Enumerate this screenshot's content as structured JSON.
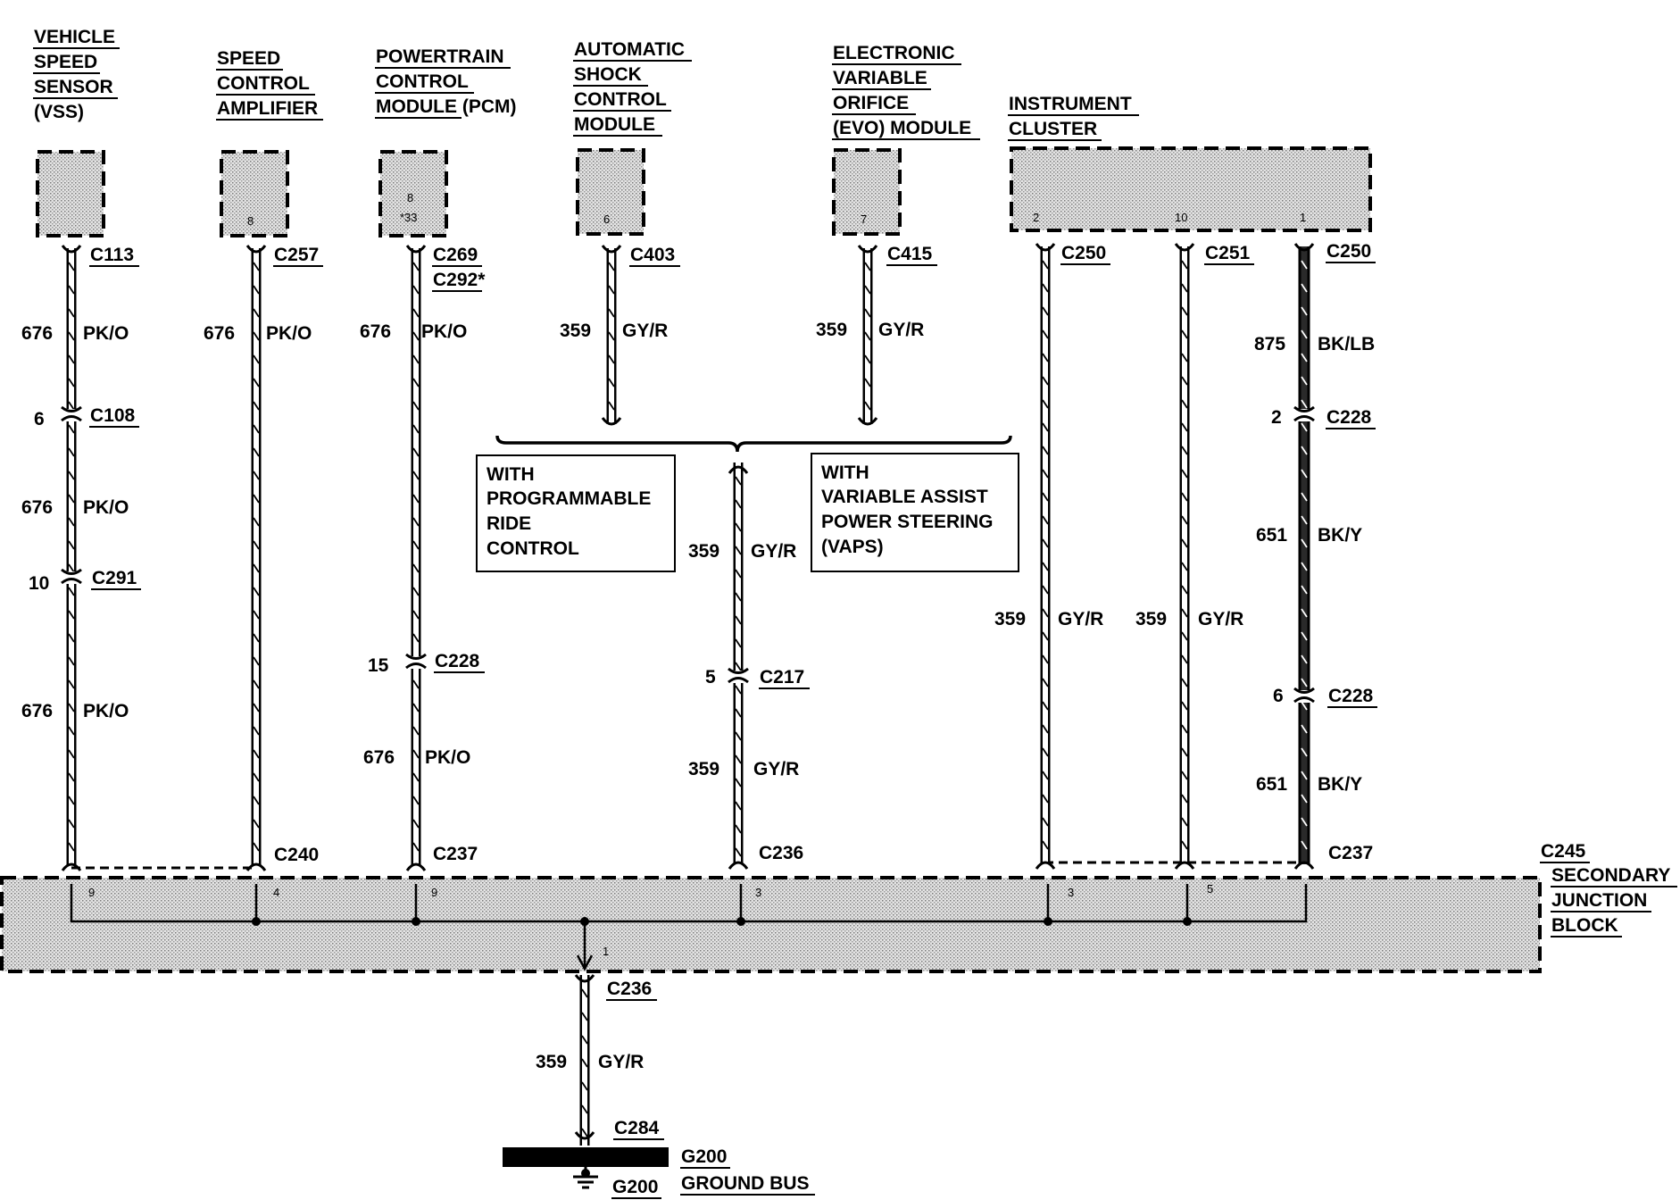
{
  "modules": {
    "vss": {
      "lines": [
        "VEHICLE",
        "SPEED",
        "SENSOR",
        "(VSS)"
      ],
      "pin": ""
    },
    "speed_amp": {
      "lines": [
        "SPEED",
        "CONTROL",
        "AMPLIFIER"
      ],
      "pin": "8"
    },
    "pcm": {
      "lines": [
        "POWERTRAIN",
        "CONTROL",
        "MODULE (PCM)"
      ],
      "pin_a": "8",
      "pin_b": "*33"
    },
    "ascm": {
      "lines": [
        "AUTOMATIC",
        "SHOCK",
        "CONTROL",
        "MODULE"
      ],
      "pin": "6"
    },
    "evo": {
      "lines": [
        "ELECTRONIC",
        "VARIABLE",
        "ORIFICE",
        "(EVO) MODULE"
      ],
      "pin": "7"
    },
    "cluster": {
      "lines": [
        "INSTRUMENT",
        "CLUSTER"
      ],
      "pins": [
        "2",
        "10",
        "1"
      ]
    }
  },
  "connectors": {
    "c113": "C113",
    "c108": "C108",
    "c291": "C291",
    "c257": "C257",
    "c240": "C240",
    "c269": "C269",
    "c292": "C292*",
    "c228_pcm": "C228",
    "c237_pcm": "C237",
    "c403": "C403",
    "c415": "C415",
    "c217": "C217",
    "c236_top": "C236",
    "c250_a": "C250",
    "c251": "C251",
    "c250_b": "C250",
    "c228_top": "C228",
    "c228_bot": "C228",
    "c237_right": "C237",
    "c236_bottom": "C236",
    "c284": "C284"
  },
  "wires": {
    "w676": "676",
    "pko": "PK/O",
    "w359": "359",
    "gyr": "GY/R",
    "w875": "875",
    "bklb": "BK/LB",
    "w651": "651",
    "bky": "BK/Y"
  },
  "pins": {
    "vss_108": "6",
    "vss_291": "10",
    "pcm_228": "15",
    "mid_217": "5",
    "bk_228_top": "2",
    "bk_228_bot": "6"
  },
  "notes": {
    "prog_ride": [
      "WITH",
      "PROGRAMMABLE",
      "RIDE",
      "CONTROL"
    ],
    "vaps": [
      "WITH",
      "VARIABLE ASSIST",
      "POWER STEERING",
      "(VAPS)"
    ]
  },
  "junction_block": {
    "connector": "C245",
    "lines": [
      "SECONDARY",
      "JUNCTION",
      "BLOCK"
    ],
    "pins": [
      "9",
      "4",
      "9",
      "3",
      "3",
      "5",
      "1"
    ]
  },
  "ground": {
    "g200_top": "G200",
    "ground_bus": "GROUND BUS",
    "g200_bottom": "G200"
  }
}
